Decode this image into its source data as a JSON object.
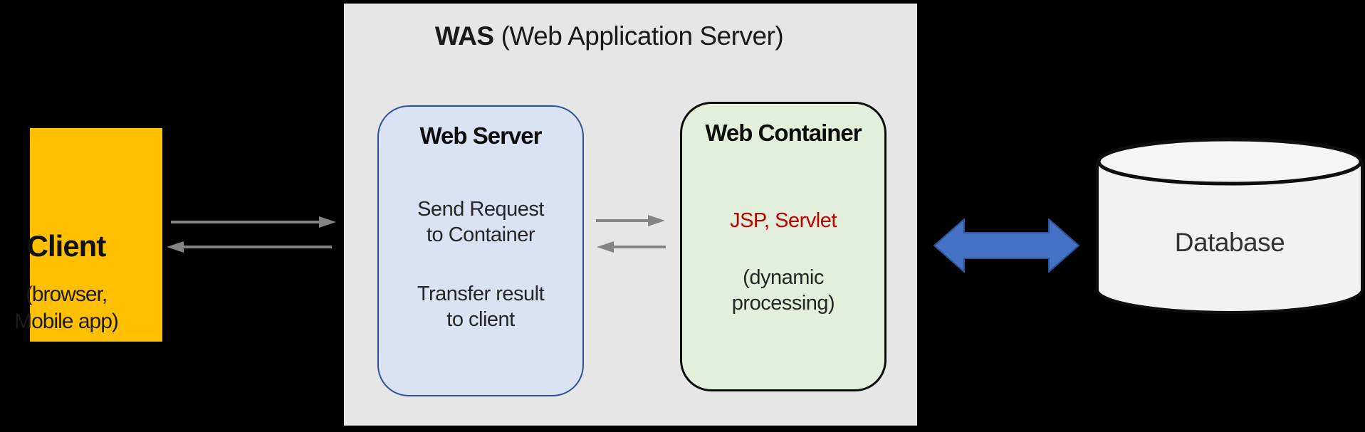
{
  "diagram": {
    "background": "#000000",
    "was": {
      "title_bold": "WAS",
      "title_rest": "(Web Application Server)",
      "fill": "#E7E6E6"
    },
    "client": {
      "title": "Client",
      "subtitle_line1": "(browser,",
      "subtitle_line2": "Mobile app)",
      "fill": "#FFC000"
    },
    "web_server": {
      "title": "Web Server",
      "body1_line1": "Send Request",
      "body1_line2": "to Container",
      "body2_line1": "Transfer result",
      "body2_line2": "to client",
      "fill": "#DAE3F3",
      "border_color": "#2E5395"
    },
    "web_container": {
      "title": "Web Container",
      "highlight": "JSP, Servlet",
      "highlight_color": "#C00000",
      "body_line1": "(dynamic",
      "body_line2": "processing)",
      "fill": "#E2EFDA",
      "border_color": "#000000"
    },
    "database": {
      "label": "Database",
      "fill": "#F2F2F2"
    },
    "arrows": {
      "gray_color": "#848484",
      "blue_fill": "#4472C4",
      "blue_border": "#2E5395"
    }
  }
}
